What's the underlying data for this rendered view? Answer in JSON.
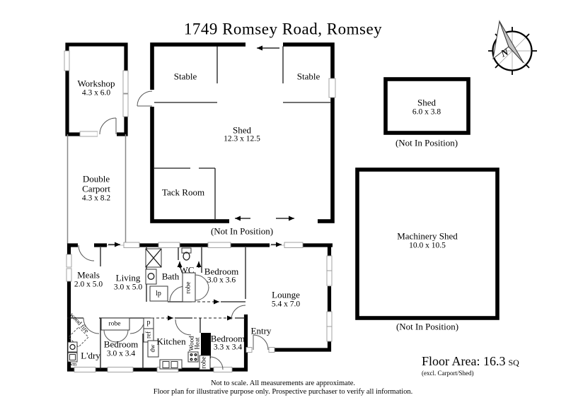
{
  "title": "1749 Romsey Road, Romsey",
  "compass": {
    "north_label": "N"
  },
  "outbuildings": {
    "workshop": {
      "name": "Workshop",
      "dims": "4.3 x 6.0"
    },
    "double_carport": {
      "name_line1": "Double",
      "name_line2": "Carport",
      "dims": "4.3 x 8.2"
    },
    "main_shed": {
      "name": "Shed",
      "dims": "12.3 x 12.5",
      "position_note": "(Not In Position)"
    },
    "stable_left": {
      "name": "Stable"
    },
    "stable_right": {
      "name": "Stable"
    },
    "tack_room": {
      "name": "Tack Room"
    },
    "small_shed": {
      "name": "Shed",
      "dims": "6.0 x 3.8",
      "position_note": "(Not In Position)"
    },
    "machinery_shed": {
      "name": "Machinery Shed",
      "dims": "10.0 x 10.5",
      "position_note": "(Not In Position)"
    }
  },
  "house": {
    "meals": {
      "name": "Meals",
      "dims": "2.0 x 5.0"
    },
    "living": {
      "name": "Living",
      "dims": "3.0 x 5.0"
    },
    "bath": {
      "name": "Bath"
    },
    "wc": {
      "name": "WC"
    },
    "bedroom_rear": {
      "name": "Bedroom",
      "dims": "3.0 x 3.6"
    },
    "lounge": {
      "name": "Lounge",
      "dims": "5.4 x 7.0"
    },
    "laundry": {
      "name": "L'dry"
    },
    "bedroom_left": {
      "name": "Bedroom",
      "dims": "3.0 x 3.4"
    },
    "kitchen": {
      "name": "Kitchen"
    },
    "bedroom_front": {
      "name": "Bedroom",
      "dims": "3.3 x 3.4"
    },
    "entry": {
      "name": "Entry"
    },
    "fixtures": {
      "robe_hall": "robe",
      "robe_left": "robe",
      "robe_front": "robe",
      "linen_press": "lp",
      "pantry": "p",
      "fridge": "ref",
      "dishwasher": "dw",
      "washing_machine": "wm",
      "wood_fire": "wood fire",
      "wood_heater_line1": "Wood",
      "wood_heater_line2": "Heat"
    }
  },
  "footer": {
    "floor_area": "Floor Area: 16.3",
    "floor_area_unit": "SQ",
    "floor_area_note": "(excl. Carport/Shed)",
    "disclaimer_line1": "Not to scale. All measurements are approximate.",
    "disclaimer_line2": "Floor plan for illustrative purpose only. Prospective purchaser to verify all information."
  },
  "colors": {
    "walls": "#000000",
    "background": "#ffffff",
    "compass_needle_shade": "#c4c4c4"
  }
}
